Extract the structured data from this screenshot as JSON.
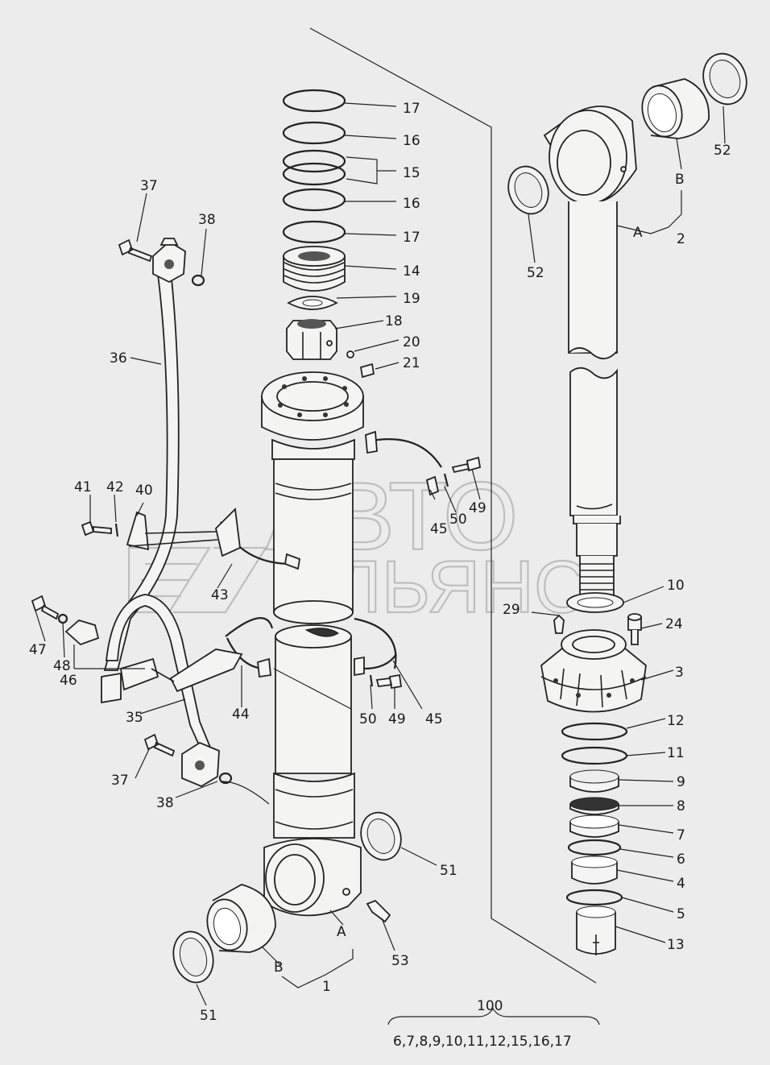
{
  "labels": {
    "p1": "1",
    "p2": "2",
    "p3": "3",
    "p4": "4",
    "p5": "5",
    "p6": "6",
    "p7": "7",
    "p8": "8",
    "p9": "9",
    "p10": "10",
    "p11": "11",
    "p12": "12",
    "p13": "13",
    "p14": "14",
    "p15": "15",
    "p16a": "16",
    "p16b": "16",
    "p17a": "17",
    "p17b": "17",
    "p18": "18",
    "p19": "19",
    "p20": "20",
    "p21": "21",
    "p24": "24",
    "p29": "29",
    "p35": "35",
    "p36": "36",
    "p37a": "37",
    "p37b": "37",
    "p38a": "38",
    "p38b": "38",
    "p40": "40",
    "p41": "41",
    "p42": "42",
    "p43": "43",
    "p44": "44",
    "p45a": "45",
    "p45b": "45",
    "p46": "46",
    "p47": "47",
    "p48": "48",
    "p49a": "49",
    "p49b": "49",
    "p50a": "50",
    "p50b": "50",
    "p51a": "51",
    "p51b": "51",
    "p52a": "52",
    "p52b": "52",
    "p53": "53",
    "rodA": "A",
    "rodB": "B",
    "tubeA": "A",
    "tubeB": "B"
  },
  "kit": {
    "number": "100",
    "contents": "6,7,8,9,10,11,12,15,16,17"
  },
  "watermark": {
    "line1": "АВТО",
    "line2": "АЛЬЯНС"
  }
}
